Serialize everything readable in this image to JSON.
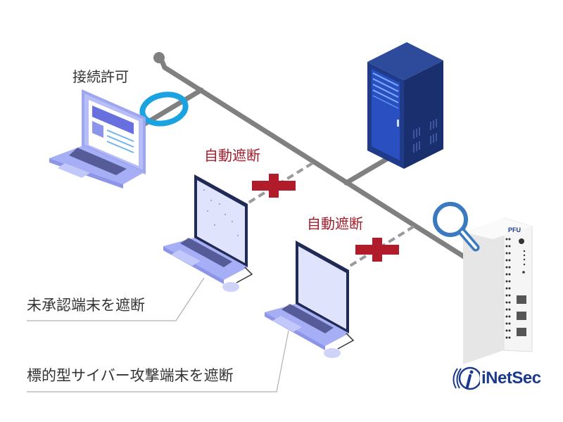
{
  "labels": {
    "connection_allowed": "接続許可",
    "auto_block_1": "自動遮断",
    "auto_block_2": "自動遮断",
    "block_unauthorized": "未承認端末を遮断",
    "block_targeted_attack": "標的型サイバー攻撃端末を遮断"
  },
  "device": {
    "brand": "PFU",
    "product_logo": "iNetSec"
  },
  "colors": {
    "network_line": "#808080",
    "allowed_ring": "#1aa3e0",
    "block_cross": "#b01c2a",
    "block_text": "#a31c2b",
    "server": "#1f3b7a",
    "laptop": "#9ea6f0",
    "magnifier": "#3a7ac0",
    "logo": "#1b3a8c"
  },
  "icons": {
    "allowed": "ring-icon",
    "blocked": "cross-icon",
    "monitor": "magnifier-icon"
  }
}
